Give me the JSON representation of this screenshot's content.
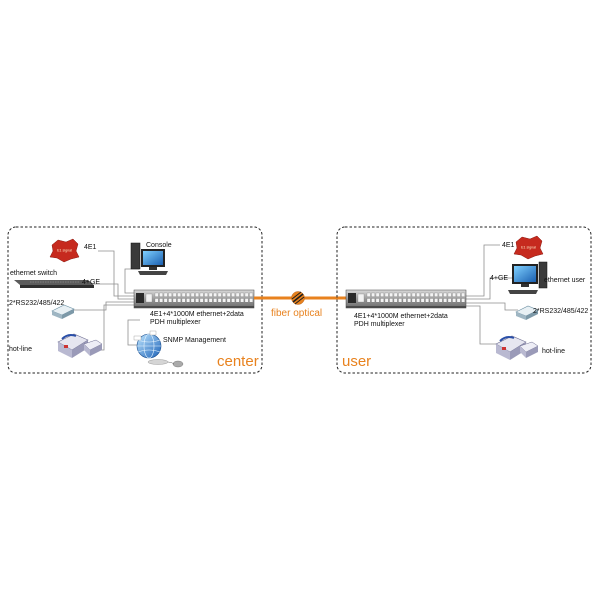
{
  "colors": {
    "accent": "#e8821e",
    "border": "#222222",
    "wire": "#999999",
    "badge": "#c62a1e"
  },
  "center": {
    "area_label": "center",
    "e1_label": "4E1",
    "e1_badge": "E1 signal",
    "console_label": "Console",
    "switch_label": "ethernet switch",
    "ge_label": "4+GE",
    "serial_label": "2*RS232/485/422",
    "hotline_label": "hot-line",
    "snmp_label": "SNMP Management",
    "device_line1": "4E1+4*1000M ethernet+2data",
    "device_line2": "PDH multiplexer"
  },
  "link": {
    "label": "fiber optical"
  },
  "user": {
    "area_label": "user",
    "e1_label": "4E1",
    "e1_badge": "E1 signal",
    "ge_label": "4+GE",
    "ethernet_user_label": "ethernet user",
    "serial_label": "2*RS232/485/422",
    "hotline_label": "hot-line",
    "device_line1": "4E1+4*1000M ethernet+2data",
    "device_line2": "PDH multiplexer"
  }
}
